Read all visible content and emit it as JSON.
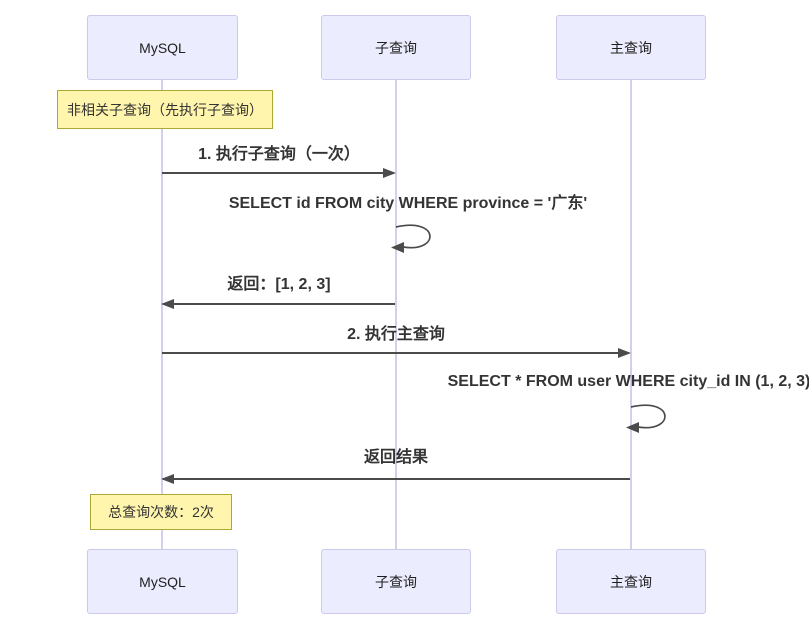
{
  "diagram": {
    "kind": "sequence-diagram",
    "participants": [
      {
        "id": "mysql",
        "label": "MySQL"
      },
      {
        "id": "subquery",
        "label": "子查询"
      },
      {
        "id": "mainquery",
        "label": "主查询"
      }
    ],
    "notes": [
      {
        "id": "note-top",
        "text": "非相关子查询（先执行子查询）"
      },
      {
        "id": "note-bottom",
        "text": "总查询次数：2次"
      }
    ],
    "messages": [
      {
        "seq": 1,
        "from": "MySQL",
        "to": "子查询",
        "label": "1. 执行子查询（一次）"
      },
      {
        "seq": 2,
        "from": "子查询",
        "to": "子查询",
        "label": "SELECT id FROM city WHERE province = '广东'",
        "self": true
      },
      {
        "seq": 3,
        "from": "子查询",
        "to": "MySQL",
        "label": "返回：[1, 2, 3]"
      },
      {
        "seq": 4,
        "from": "MySQL",
        "to": "主查询",
        "label": "2. 执行主查询"
      },
      {
        "seq": 5,
        "from": "主查询",
        "to": "主查询",
        "label": "SELECT * FROM user WHERE city_id IN (1, 2, 3)",
        "self": true
      },
      {
        "seq": 6,
        "from": "主查询",
        "to": "MySQL",
        "label": "返回结果"
      }
    ],
    "colors": {
      "actor_fill": "#ECECFF",
      "actor_border": "#CCC9EA",
      "note_fill": "#FFF5AD",
      "note_border": "#AAAA33",
      "lifeline": "#D5CFEE",
      "arrow": "#4B4B4B",
      "text": "#333333"
    }
  }
}
